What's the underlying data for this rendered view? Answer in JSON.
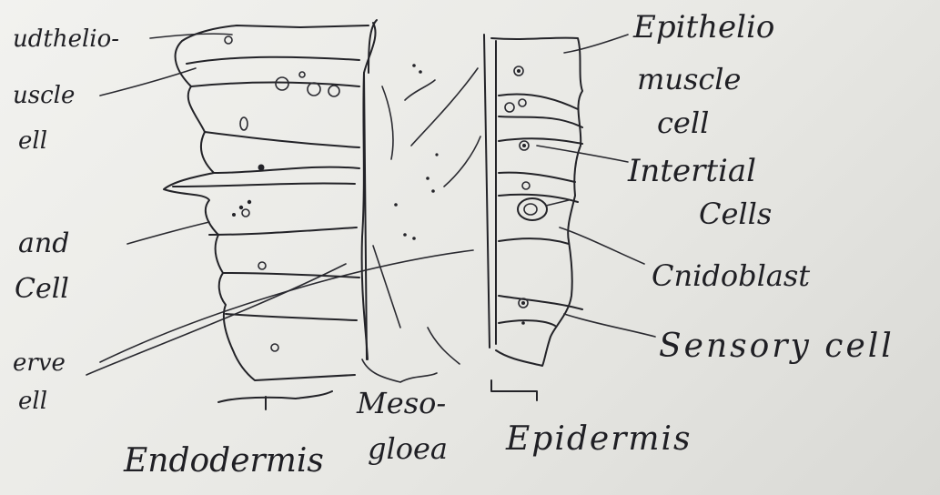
{
  "left_labels": {
    "epithelio": "udthelio-",
    "muscle": "uscle",
    "cell_1": "ell",
    "gland": "and",
    "cell_2": "Cell",
    "nerve": "erve",
    "cell_3": "ell"
  },
  "right_labels": {
    "epithelio": "Epithelio",
    "muscle": "muscle",
    "cell": "cell",
    "interstitial": "Intertial",
    "cells": "Cells",
    "cnidoblast": "Cnidoblast",
    "sensory": "Sensory cell"
  },
  "bottom_labels": {
    "meso": "Meso-",
    "gloea": "gloea",
    "endodermis": "Endodermis",
    "epidermis": "Epidermis"
  }
}
